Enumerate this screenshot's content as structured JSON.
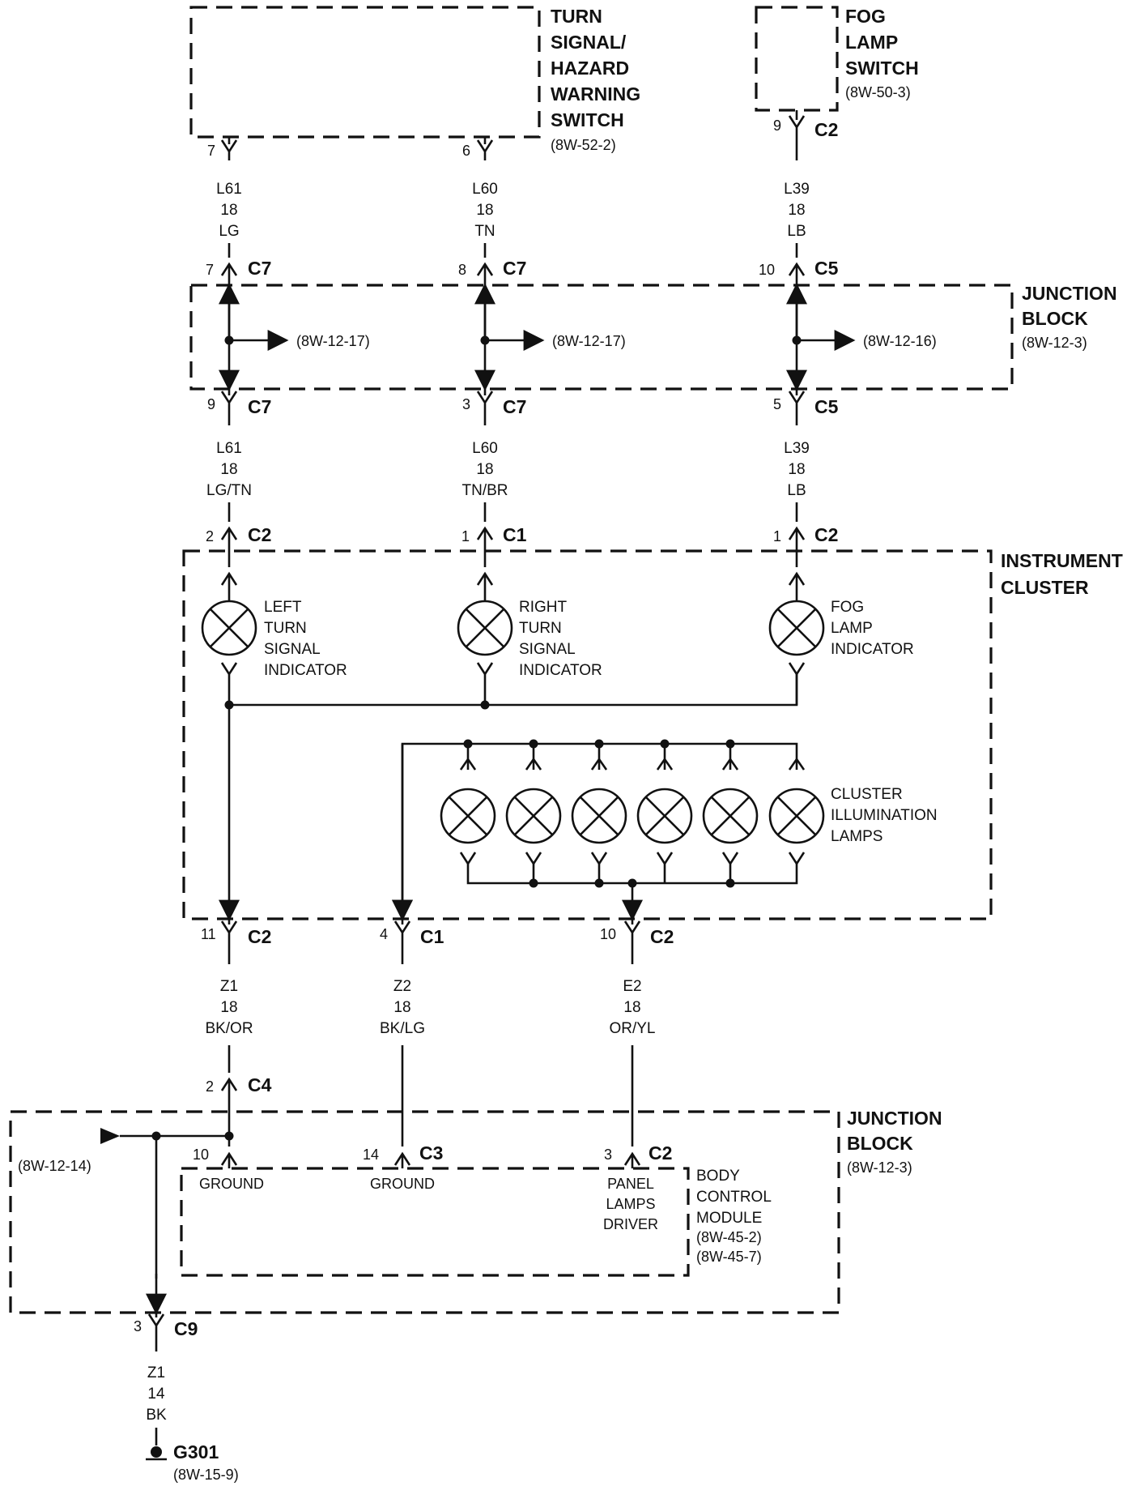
{
  "components": {
    "turn_switch": {
      "lines": [
        "TURN",
        "SIGNAL/",
        "HAZARD",
        "WARNING",
        "SWITCH"
      ],
      "ref": "(8W-52-2)"
    },
    "fog_switch": {
      "lines": [
        "FOG",
        "LAMP",
        "SWITCH"
      ],
      "ref": "(8W-50-3)"
    },
    "jb_top": {
      "lines": [
        "JUNCTION",
        "BLOCK"
      ],
      "ref": "(8W-12-3)"
    },
    "cluster": {
      "lines": [
        "INSTRUMENT",
        "CLUSTER"
      ]
    },
    "jb_bottom": {
      "lines": [
        "JUNCTION",
        "BLOCK"
      ],
      "ref": "(8W-12-3)"
    },
    "bcm": {
      "lines": [
        "BODY",
        "CONTROL",
        "MODULE"
      ],
      "refs": [
        "(8W-45-2)",
        "(8W-45-7)"
      ]
    },
    "ground": {
      "name": "G301",
      "ref": "(8W-15-9)"
    }
  },
  "lamps": {
    "left": [
      "LEFT",
      "TURN",
      "SIGNAL",
      "INDICATOR"
    ],
    "right": [
      "RIGHT",
      "TURN",
      "SIGNAL",
      "INDICATOR"
    ],
    "fog": [
      "FOG",
      "LAMP",
      "INDICATOR"
    ],
    "cluster": [
      "CLUSTER",
      "ILLUMINATION",
      "LAMPS"
    ]
  },
  "wires": {
    "l61_top": {
      "circuit": "L61",
      "gauge": "18",
      "color": "LG"
    },
    "l60_top": {
      "circuit": "L60",
      "gauge": "18",
      "color": "TN"
    },
    "l39_top": {
      "circuit": "L39",
      "gauge": "18",
      "color": "LB"
    },
    "l61_bot": {
      "circuit": "L61",
      "gauge": "18",
      "color": "LG/TN"
    },
    "l60_bot": {
      "circuit": "L60",
      "gauge": "18",
      "color": "TN/BR"
    },
    "l39_bot": {
      "circuit": "L39",
      "gauge": "18",
      "color": "LB"
    },
    "z1": {
      "circuit": "Z1",
      "gauge": "18",
      "color": "BK/OR"
    },
    "z2": {
      "circuit": "Z2",
      "gauge": "18",
      "color": "BK/LG"
    },
    "e2": {
      "circuit": "E2",
      "gauge": "18",
      "color": "OR/YL"
    },
    "z1_ground": {
      "circuit": "Z1",
      "gauge": "14",
      "color": "BK"
    }
  },
  "connectors": {
    "ts_7": {
      "pin": "7"
    },
    "ts_6": {
      "pin": "6"
    },
    "fog_9": {
      "pin": "9",
      "name": "C2"
    },
    "jb_in_l61": {
      "pin": "7",
      "name": "C7"
    },
    "jb_in_l60": {
      "pin": "8",
      "name": "C7"
    },
    "jb_in_l39": {
      "pin": "10",
      "name": "C5"
    },
    "jb_out_l61": {
      "pin": "9",
      "name": "C7"
    },
    "jb_out_l60": {
      "pin": "3",
      "name": "C7"
    },
    "jb_out_l39": {
      "pin": "5",
      "name": "C5"
    },
    "ic_l61": {
      "pin": "2",
      "name": "C2"
    },
    "ic_l60": {
      "pin": "1",
      "name": "C1"
    },
    "ic_l39": {
      "pin": "1",
      "name": "C2"
    },
    "ic_z1": {
      "pin": "11",
      "name": "C2"
    },
    "ic_z2": {
      "pin": "4",
      "name": "C1"
    },
    "ic_e2": {
      "pin": "10",
      "name": "C2"
    },
    "jb2_z1": {
      "pin": "2",
      "name": "C4"
    },
    "bcm_gnd1": {
      "pin": "10"
    },
    "bcm_gnd2": {
      "pin": "14",
      "name": "C3"
    },
    "bcm_e2": {
      "pin": "3",
      "name": "C2"
    },
    "jb2_ground": {
      "pin": "3",
      "name": "C9"
    }
  },
  "refs": {
    "l61_branch": "(8W-12-17)",
    "l60_branch": "(8W-12-17)",
    "l39_branch": "(8W-12-16)",
    "ground_branch": "(8W-12-14)"
  },
  "bcm_pins": {
    "ground1": "GROUND",
    "ground2": "GROUND",
    "panel": [
      "PANEL",
      "LAMPS",
      "DRIVER"
    ]
  }
}
